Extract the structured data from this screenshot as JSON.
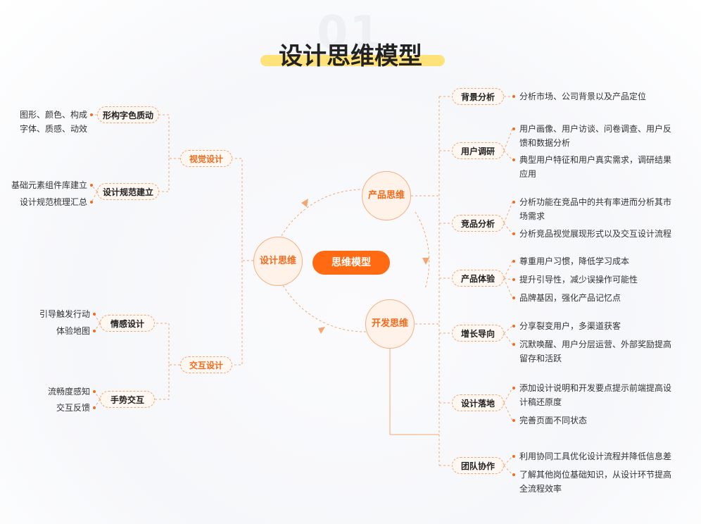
{
  "background_number": "01",
  "title": "设计思维模型",
  "colors": {
    "accent": "#f26b1d",
    "center_fill": "#ff6a13",
    "highlight": "#ffe27a",
    "node_fill": "#fff7f1"
  },
  "center_label": "思维模型",
  "hubs": {
    "design": "设计思维",
    "product": "产品思维",
    "dev": "开发思维"
  },
  "left": {
    "visual": {
      "label": "视觉设计",
      "nodes": [
        {
          "label": "形构字色质动",
          "items": [
            "图形、颜色、构成",
            "字体、质感、动效"
          ]
        },
        {
          "label": "设计规范建立",
          "items": [
            "基础元素组件库建立",
            "设计规范梳理汇总"
          ]
        }
      ]
    },
    "interaction": {
      "label": "交互设计",
      "nodes": [
        {
          "label": "情感设计",
          "items": [
            "引导触发行动",
            "体验地图"
          ]
        },
        {
          "label": "手势交互",
          "items": [
            "流畅度感知",
            "交互反馈"
          ]
        }
      ]
    }
  },
  "right": [
    {
      "label": "背景分析",
      "items": [
        "分析市场、公司背景以及产品定位"
      ]
    },
    {
      "label": "用户调研",
      "items": [
        "用户画像、用户访谈、问卷调查、用户反",
        "馈和数据分析",
        "典型用户特征和用户真实需求，调研结果",
        "应用"
      ]
    },
    {
      "label": "竞品分析",
      "items": [
        "分析功能在竞品中的共有率进而分析其市",
        "场需求",
        "分析竞品视觉展现形式以及交互设计流程"
      ]
    },
    {
      "label": "产品体验",
      "items": [
        "尊重用户习惯，降低学习成本",
        "提升引导性，减少误操作可能性",
        "品牌基因，强化产品记忆点"
      ]
    },
    {
      "label": "增长导向",
      "items": [
        "分享裂变用户，多渠道获客",
        "沉默唤醒、用户分层运营、外部奖励提高",
        "留存和活跃"
      ]
    },
    {
      "label": "设计落地",
      "items": [
        "添加设计说明和开发要点提示前端提高设",
        "计稿还原度",
        "完善页面不同状态"
      ]
    },
    {
      "label": "团队协作",
      "items": [
        "利用协同工具优化设计流程并降低信息差",
        "了解其他岗位基础知识，从设计环节提高",
        "全流程效率"
      ]
    }
  ]
}
